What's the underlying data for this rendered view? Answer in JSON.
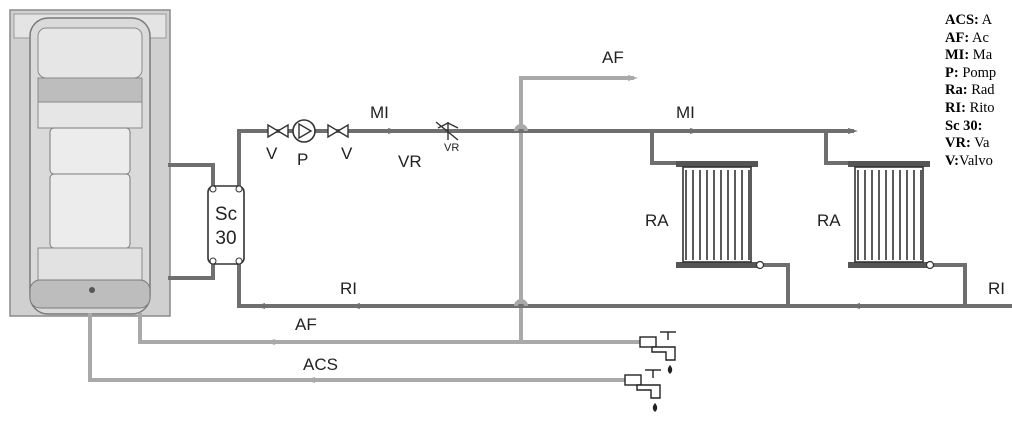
{
  "colors": {
    "flow": "#6f6f6f",
    "cold": "#a9a9a9",
    "boiler_body": "#d0d0d0",
    "boiler_panel": "#e6e6e6"
  },
  "icons": [
    "boiler-icon",
    "heat-exchanger-icon",
    "pump-icon",
    "valve-icon",
    "check-valve-icon",
    "radiator-icon",
    "faucet-icon"
  ],
  "labels": {
    "af_top": "AF",
    "mi_left": "MI",
    "mi_right": "MI",
    "vr_label": "VR",
    "vr_symbol": "VR",
    "v_left": "V",
    "p_label": "P",
    "v_right": "V",
    "sc_line1": "Sc",
    "sc_line2": "30",
    "ra_left": "RA",
    "ra_right": "RA",
    "ri_left": "RI",
    "ri_right": "RI",
    "af_bottom": "AF",
    "acs": "ACS"
  },
  "legend": [
    {
      "key": "ACS:",
      "text": " A"
    },
    {
      "key": "AF:",
      "text": " Ac"
    },
    {
      "key": "MI:",
      "text": " Ma"
    },
    {
      "key": "P:",
      "text": " Pomp"
    },
    {
      "key": "Ra:",
      "text": " Rad"
    },
    {
      "key": "RI:",
      "text": " Rito"
    },
    {
      "key": "Sc 30:",
      "text": ""
    },
    {
      "key": "VR:",
      "text": " Va"
    },
    {
      "key": "V:",
      "text": "Valvo"
    }
  ]
}
